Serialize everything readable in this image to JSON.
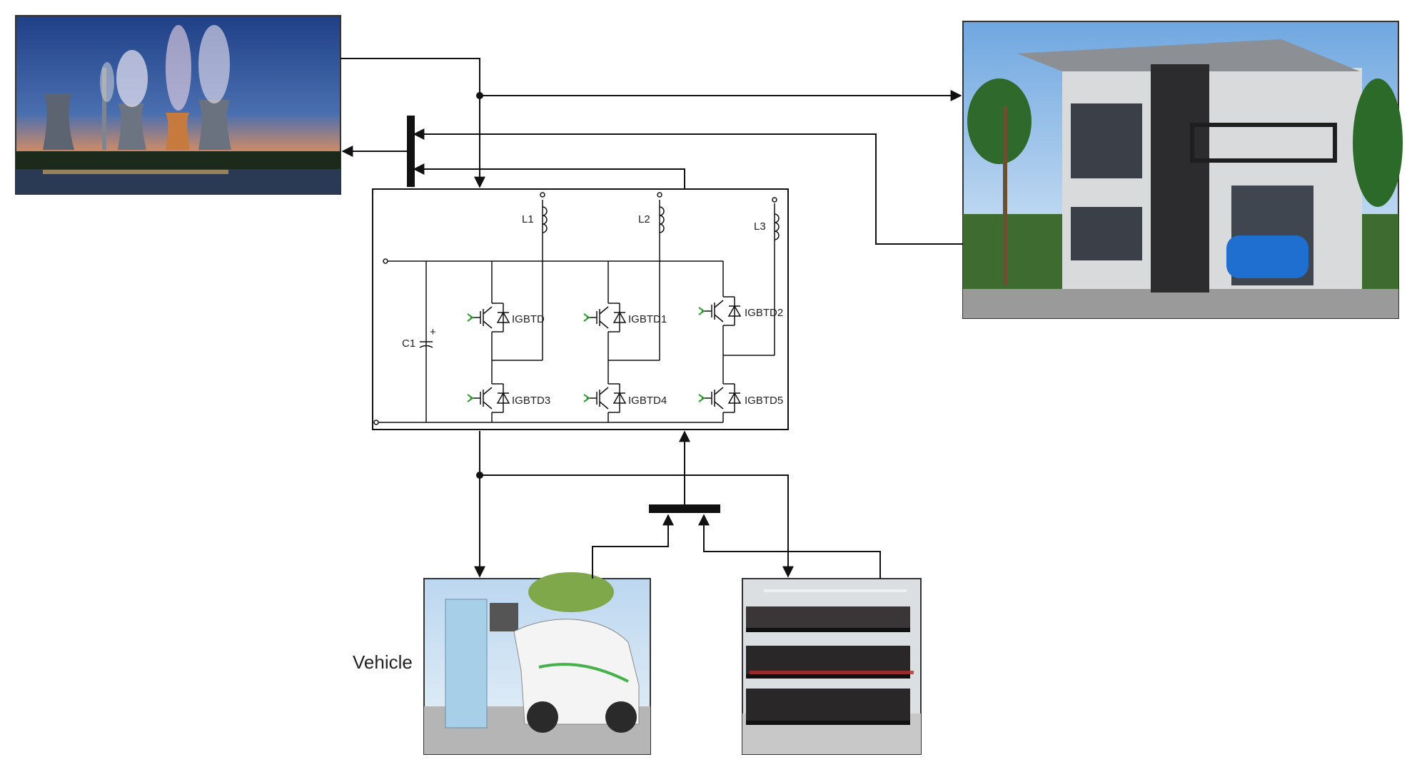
{
  "labels": {
    "vehicle": "Vehicle",
    "l1": "L1",
    "l2": "L2",
    "l3": "L3",
    "c1": "C1",
    "igbtd": "IGBTD",
    "igbtd1": "IGBTD1",
    "igbtd2": "IGBTD2",
    "igbtd3": "IGBTD3",
    "igbtd4": "IGBTD4",
    "igbtd5": "IGBTD5"
  },
  "colors": {
    "line": "#111111",
    "gate_arrow": "#2ca02c"
  }
}
